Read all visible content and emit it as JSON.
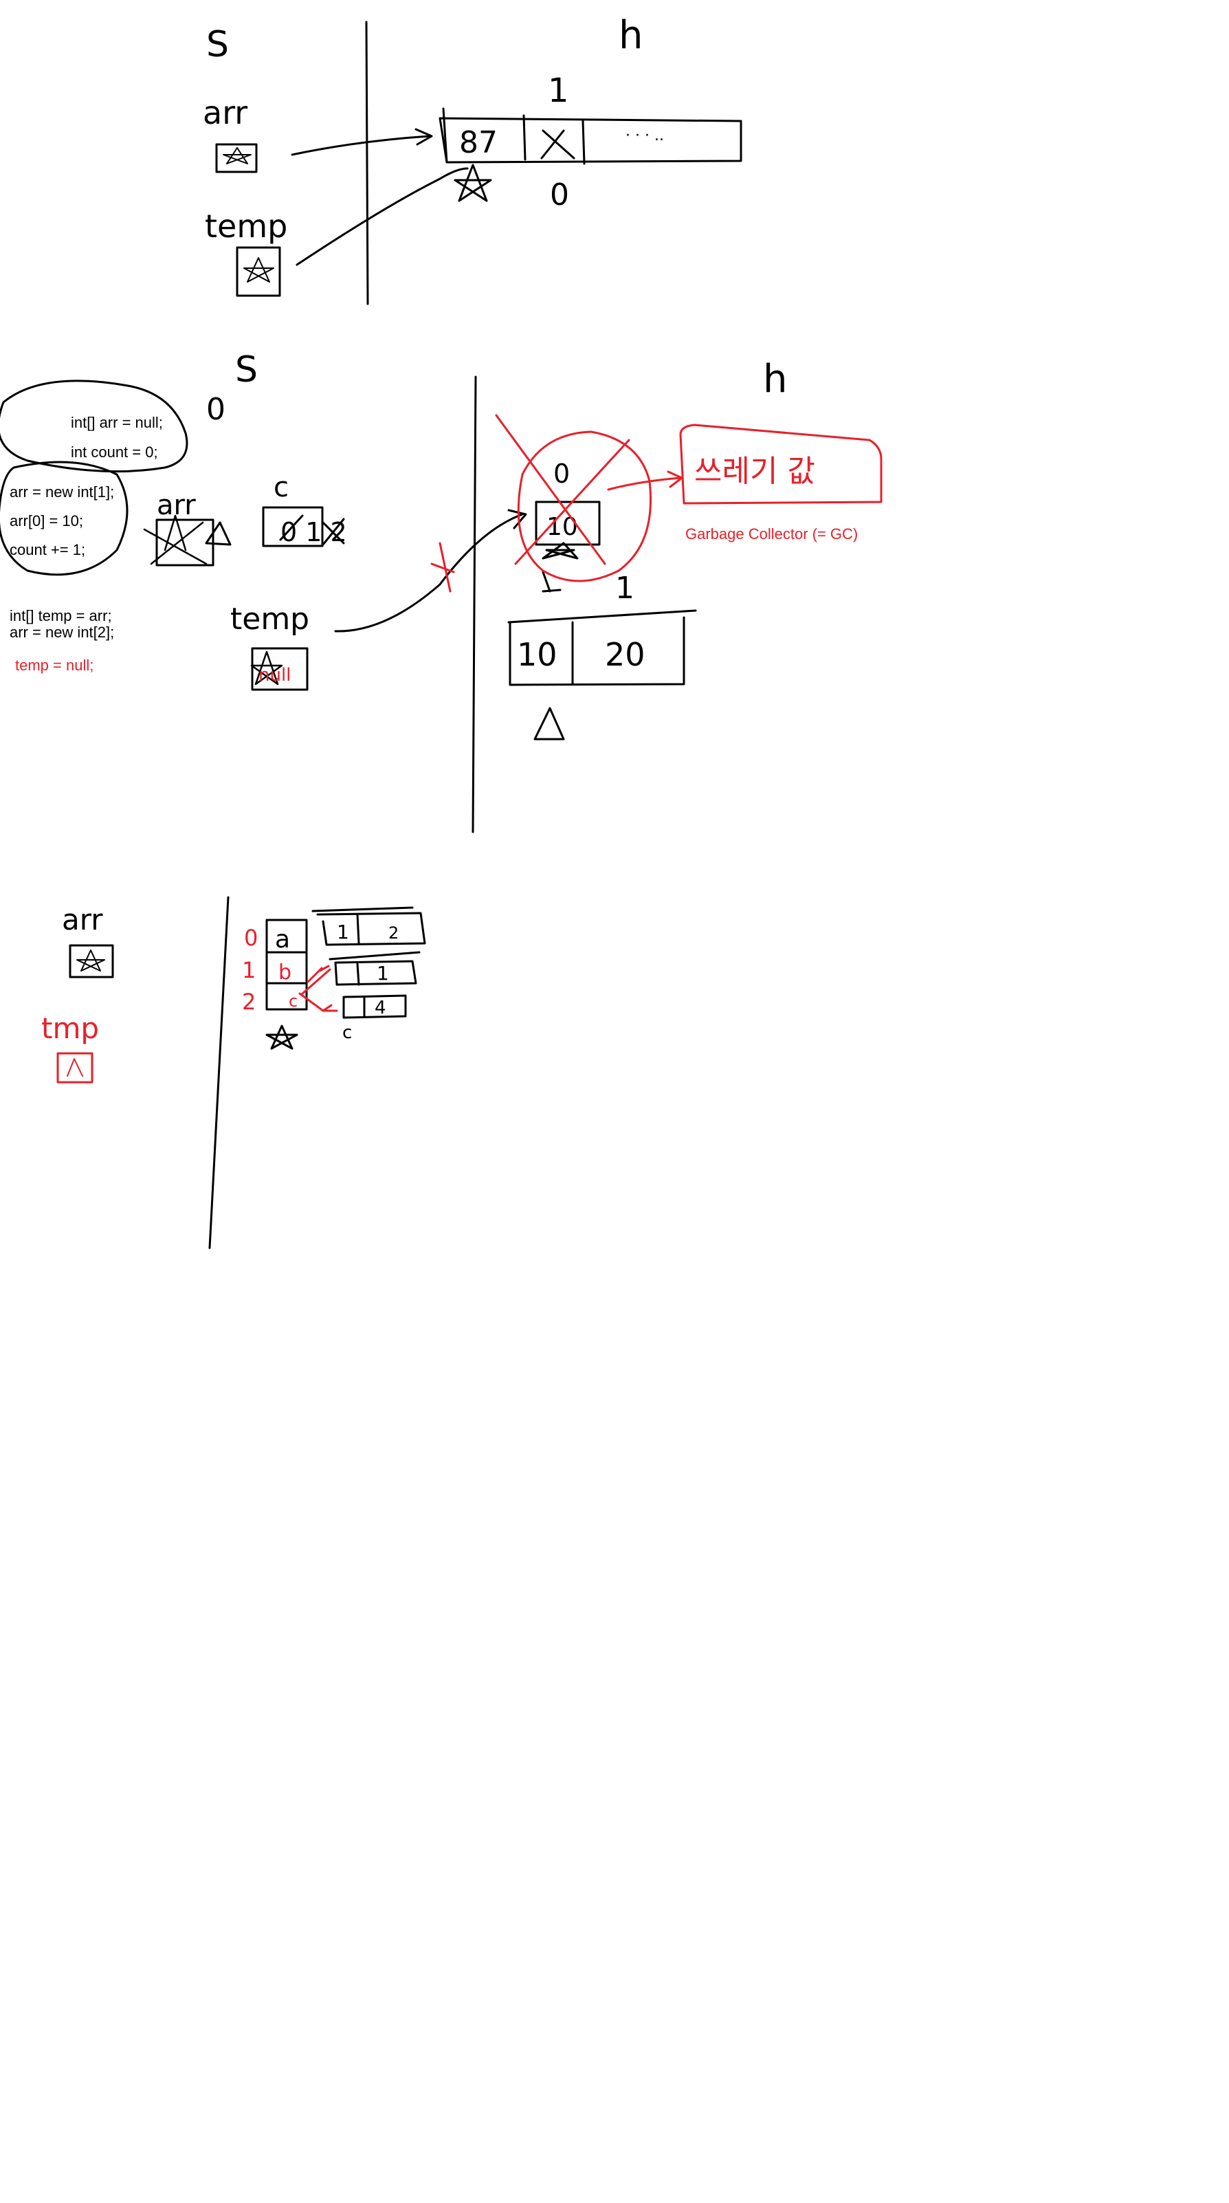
{
  "colors": {
    "ink": "#000000",
    "annotation": "#e8202a",
    "background": "#ffffff"
  },
  "diagram1": {
    "stack_label": "S",
    "heap_label": "h",
    "var_arr": "arr",
    "var_temp": "temp",
    "index_1": "1",
    "index_0": "0",
    "cell_0": "87",
    "cell_1": "",
    "cell_rest": "· · · ..",
    "ref_mark": "☆"
  },
  "diagram2": {
    "stack_label": "S",
    "heap_label": "h",
    "code_block_1": [
      "int[] arr = null;",
      "int count = 0;"
    ],
    "code_block_2": [
      "arr = new int[1];",
      "arr[0] = 10;",
      "count += 1;"
    ],
    "code_block_3": [
      "int[] temp = arr;",
      "arr = new int[2];"
    ],
    "code_red": "temp = null;",
    "var_arr": "arr",
    "var_c": "c",
    "count_values": "0 1 2",
    "var_temp": "temp",
    "temp_value": "null",
    "old_index": "0",
    "old_cell": "10",
    "new_index": "1",
    "new_cells": [
      "10",
      "20"
    ],
    "garbage_box": "쓰레기 값",
    "gc_label": "Garbage Collector (= GC)"
  },
  "diagram3": {
    "var_arr": "arr",
    "var_tmp": "tmp",
    "row_indices": [
      "0",
      "1",
      "2"
    ],
    "rows": [
      "a",
      "b",
      "c"
    ],
    "row_a_values": [
      "1",
      "2"
    ],
    "row_b_values": [
      "1"
    ],
    "row_c_values": [
      "4"
    ],
    "c_label": "c"
  }
}
